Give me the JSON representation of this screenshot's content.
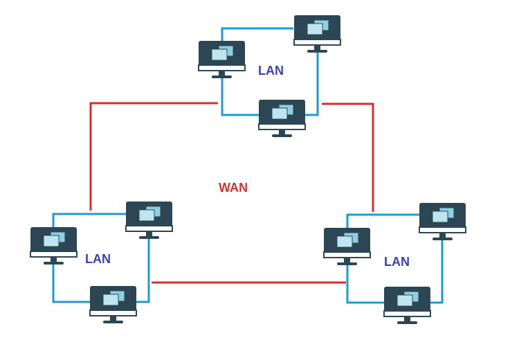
{
  "colors": {
    "lan_link": "#1a9bd3",
    "wan_link": "#d32f2f",
    "lan_text": "#3b3fb0",
    "wan_text": "#d32f2f",
    "monitor_body": "#2d4654",
    "monitor_screen": "#b9e1ee",
    "monitor_window_back": "#8fcfe2",
    "monitor_window_front": "#bfe6f0",
    "monitor_stand": "#2d4654",
    "monitor_chin": "#ffffff"
  },
  "labels": {
    "wan": "WAN",
    "lan_top": "LAN",
    "lan_left": "LAN",
    "lan_right": "LAN"
  },
  "nodes": [
    {
      "id": "top-left-computer",
      "icon": "desktop-computer-icon"
    },
    {
      "id": "top-right-computer",
      "icon": "desktop-computer-icon"
    },
    {
      "id": "top-bottom-computer",
      "icon": "desktop-computer-icon"
    },
    {
      "id": "left-top-computer",
      "icon": "desktop-computer-icon"
    },
    {
      "id": "left-left-computer",
      "icon": "desktop-computer-icon"
    },
    {
      "id": "left-bottom-computer",
      "icon": "desktop-computer-icon"
    },
    {
      "id": "right-left-computer",
      "icon": "desktop-computer-icon"
    },
    {
      "id": "right-top-computer",
      "icon": "desktop-computer-icon"
    },
    {
      "id": "right-bottom-computer",
      "icon": "desktop-computer-icon"
    }
  ]
}
